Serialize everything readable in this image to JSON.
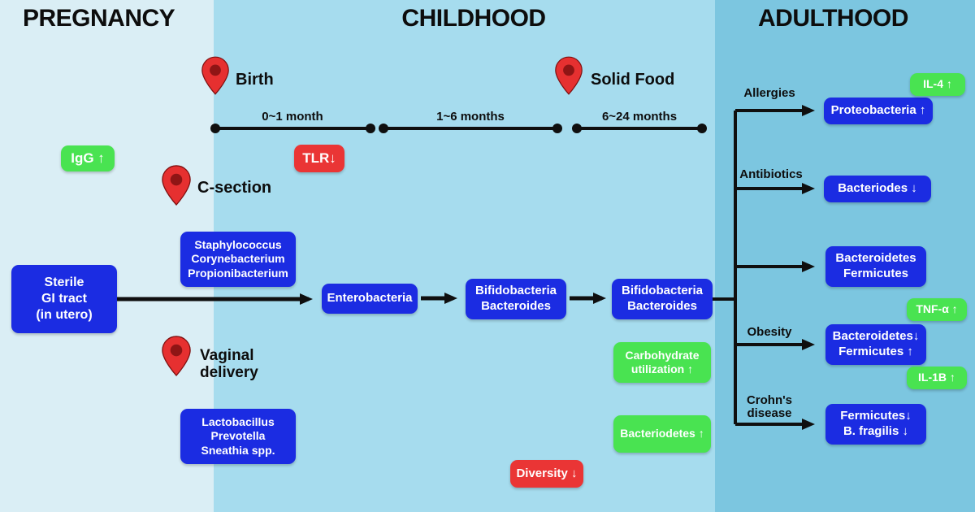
{
  "headers": {
    "pregnancy": "PREGNANCY",
    "childhood": "CHILDHOOD",
    "adulthood": "ADULTHOOD"
  },
  "timeline": {
    "seg1": "0~1 month",
    "seg2": "1~6 months",
    "seg3": "6~24 months"
  },
  "pins": {
    "birth": "Birth",
    "solid_food": "Solid Food",
    "c_section": "C-section",
    "vaginal_delivery": "Vaginal\ndelivery"
  },
  "flow": {
    "sterile_gi": "Sterile\nGI tract\n(in utero)",
    "c_section_flora": "Staphylococcus\nCorynebacterium\nPropionibacterium",
    "vaginal_flora": "Lactobacillus\nPrevotella\nSneathia spp.",
    "enterobacteria": "Enterobacteria",
    "bifido_1": "Bifidobacteria\nBacteroides",
    "bifido_2": "Bifidobacteria\nBacteroides"
  },
  "badges": {
    "igg": "IgG ↑",
    "tlr": "TLR↓",
    "diversity": "Diversity ↓",
    "carbohydrate": "Carbohydrate\nutilization ↑",
    "bacteriodetes": "Bacteriodetes ↑",
    "il4": "IL-4 ↑",
    "tnf_alpha": "TNF-α ↑",
    "il1b": "IL-1B ↑"
  },
  "adulthood": {
    "branch_labels": {
      "allergies": "Allergies",
      "antibiotics": "Antibiotics",
      "obesity": "Obesity",
      "crohns": "Crohn's\ndisease"
    },
    "outcomes": {
      "allergies": "Proteobacteria ↑",
      "antibiotics": "Bacteriodes ↓",
      "baseline": "Bacteroidetes\nFermicutes",
      "obesity": "Bacteroidetes↓\nFermicutes ↑",
      "crohns": "Fermicutes↓\nB. fragilis ↓"
    }
  },
  "colors": {
    "band_pregnancy": "#daeef5",
    "band_childhood": "#a6dcee",
    "band_adulthood": "#7cc6e0",
    "box_blue": "#1b2ce2",
    "box_green": "#49e351",
    "box_red": "#ea3535",
    "pin_red": "#e63030"
  }
}
